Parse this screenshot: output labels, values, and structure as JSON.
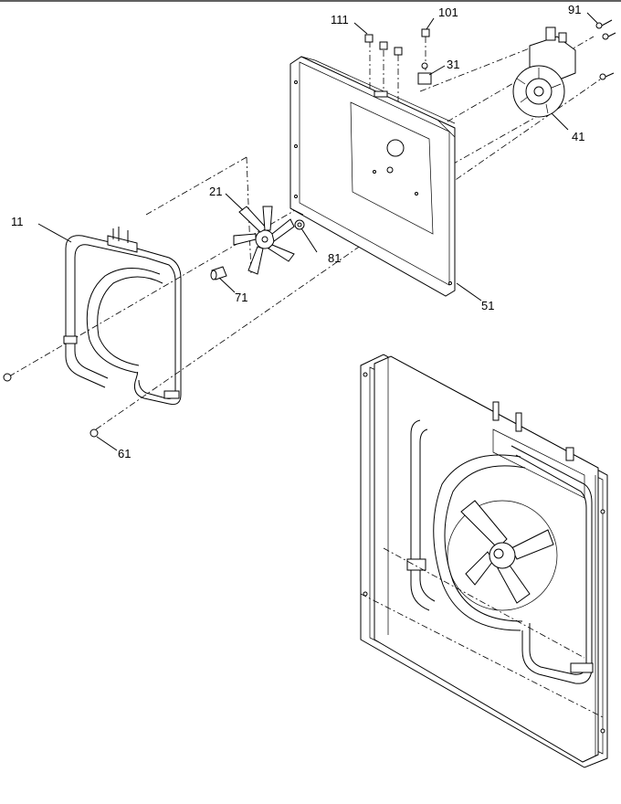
{
  "callouts": {
    "c111": "111",
    "c101": "101",
    "c91": "91",
    "c31": "31",
    "c41": "41",
    "c21": "21",
    "c11": "11",
    "c81": "81",
    "c71": "71",
    "c51": "51",
    "c61": "61"
  }
}
